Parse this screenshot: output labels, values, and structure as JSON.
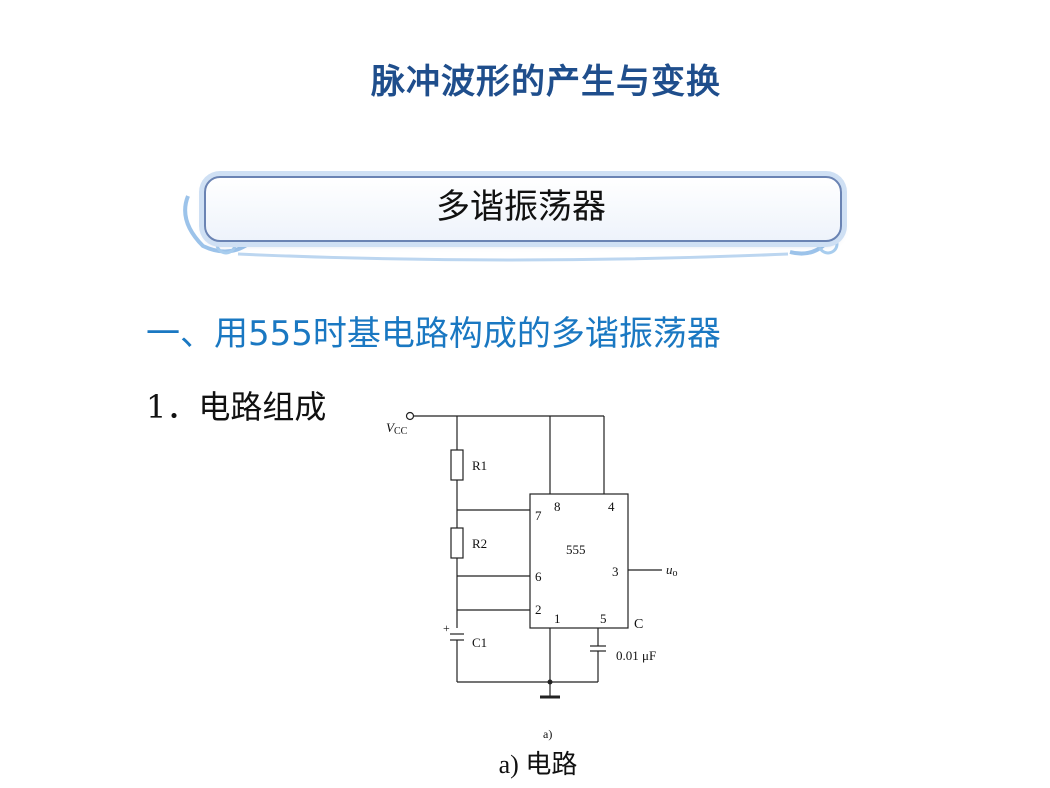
{
  "page": {
    "title": "脉冲波形的产生与变换",
    "banner_text": "多谐振荡器",
    "section_heading": "一、用555时基电路构成的多谐振荡器",
    "sub_heading": "1．电路组成",
    "caption": "a) 电路"
  },
  "circuit": {
    "vcc_label": "V",
    "vcc_sub": "CC",
    "r1_label": "R1",
    "r2_label": "R2",
    "c1_label": "C1",
    "c1_polarity": "+",
    "chip_label": "555",
    "pin8": "8",
    "pin4": "4",
    "pin7": "7",
    "pin6": "6",
    "pin3": "3",
    "pin2": "2",
    "pin1": "1",
    "pin5": "5",
    "output_label": "u",
    "output_sub": "o",
    "c_label": "C",
    "c_value": "0.01 μF",
    "fig_label": "a)"
  }
}
